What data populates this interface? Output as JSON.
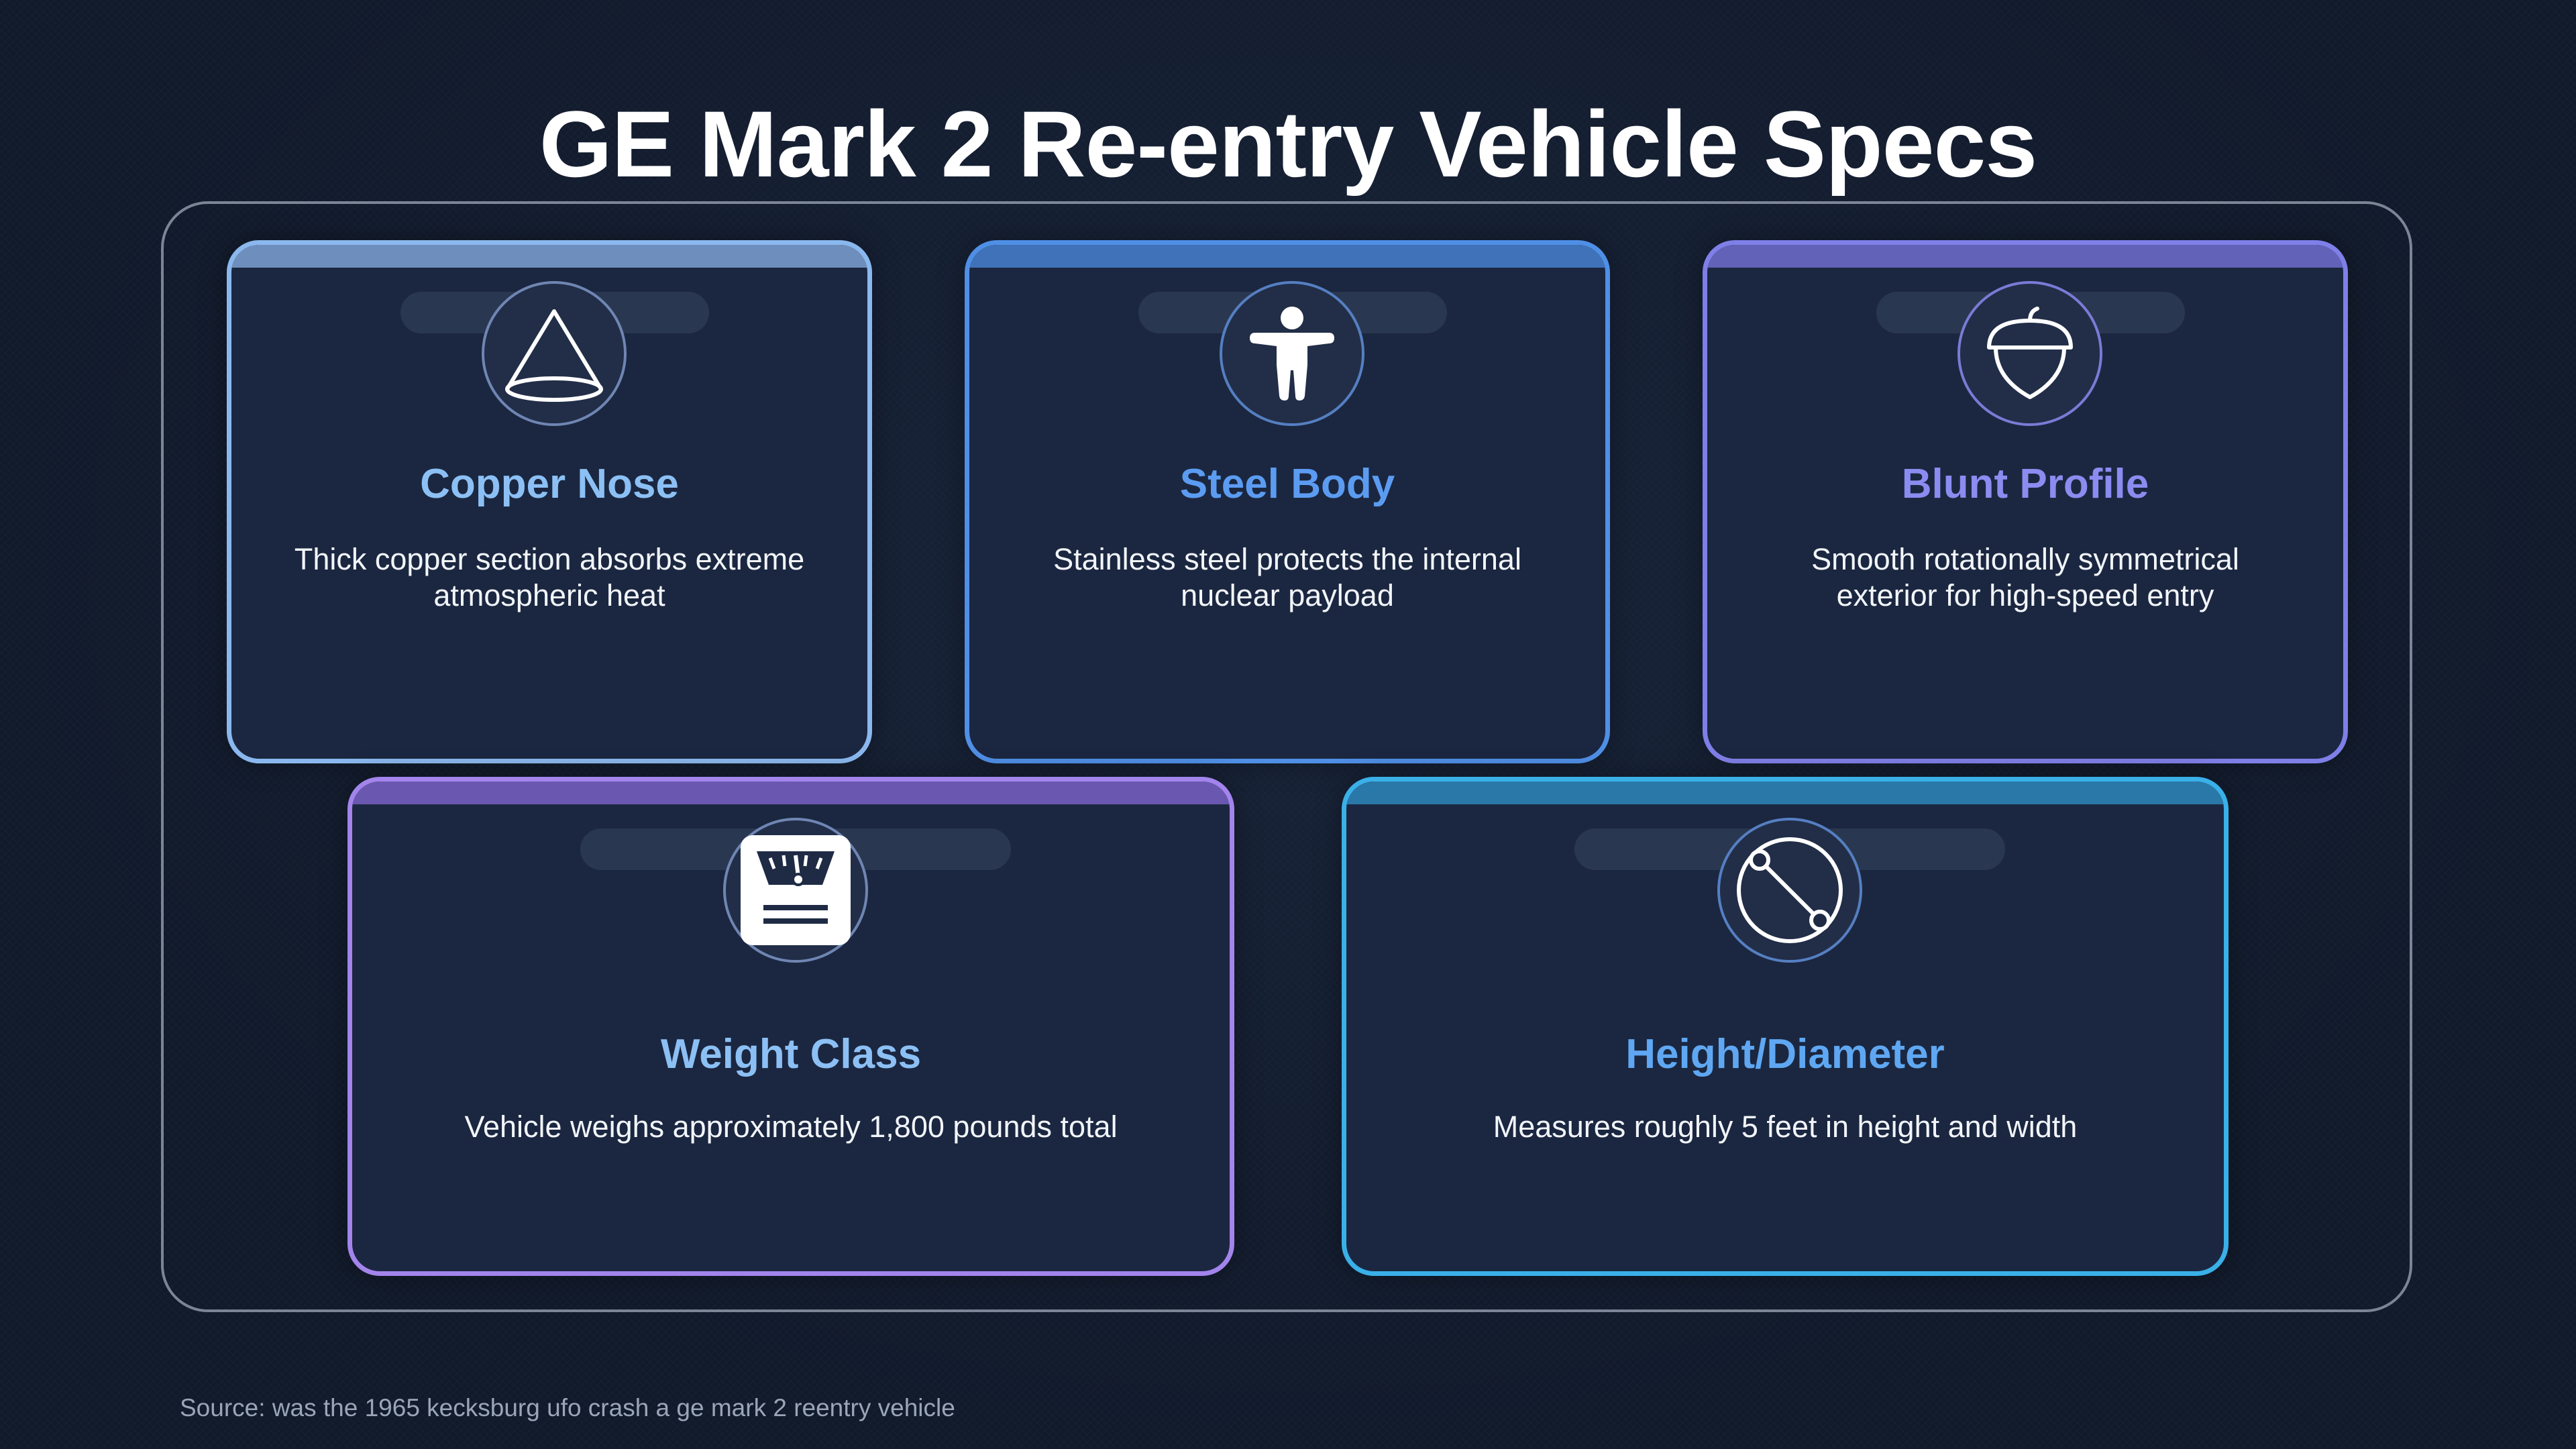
{
  "title": "GE Mark 2 Re-entry Vehicle Specs",
  "cards": [
    {
      "title": "Copper Nose",
      "description": "Thick copper section absorbs extreme atmospheric heat",
      "icon": "cone-icon",
      "accent": "#8ab8ee",
      "title_color": "#8cc0f5"
    },
    {
      "title": "Steel Body",
      "description": "Stainless steel protects the internal nuclear payload",
      "icon": "person-icon",
      "accent": "#4f8fe6",
      "title_color": "#5b9cf2"
    },
    {
      "title": "Blunt Profile",
      "description": "Smooth rotationally symmetrical exterior for high-speed entry",
      "icon": "acorn-icon",
      "accent": "#7f7fe8",
      "title_color": "#8a8cf0"
    },
    {
      "title": "Weight Class",
      "description": "Vehicle weighs approximately 1,800 pounds total",
      "icon": "scale-icon",
      "accent": "#a384ec",
      "title_color": "#8cc0f5"
    },
    {
      "title": "Height/Diameter",
      "description": "Measures roughly 5 feet in height and width",
      "icon": "diameter-icon",
      "accent": "#3ab0e8",
      "title_color": "#5fa7f2"
    }
  ],
  "source": "Source: was the 1965 kecksburg ufo crash a ge mark 2 reentry vehicle"
}
